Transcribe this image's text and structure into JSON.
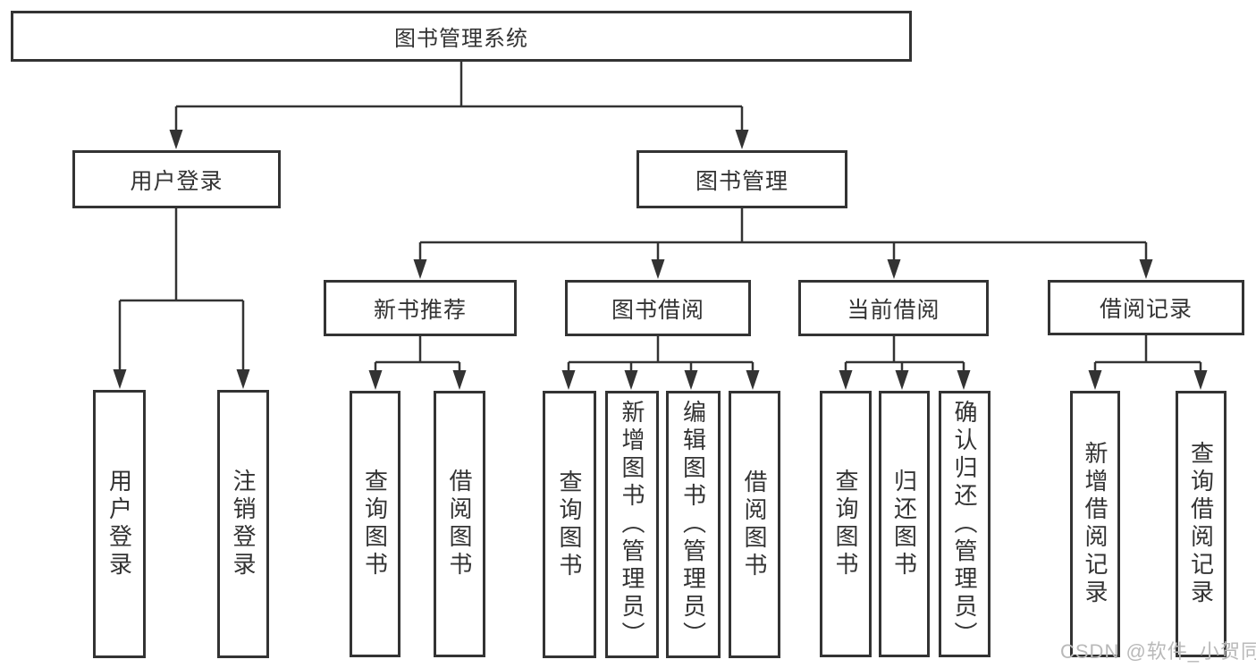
{
  "title": "图书管理系统",
  "colors": {
    "line": "#333333",
    "border": "#333333",
    "text": "#333333",
    "watermark_text": "#b9b9b9",
    "background": "#ffffff"
  },
  "watermark": {
    "text": "CSDN @软件_小贺同学"
  },
  "tree": {
    "root": {
      "label": "图书管理系统"
    },
    "branches": [
      {
        "label": "用户登录",
        "children": [
          {
            "label": "用户登录"
          },
          {
            "label": "注销登录"
          }
        ]
      },
      {
        "label": "图书管理",
        "children": [
          {
            "label": "新书推荐",
            "children": [
              {
                "label": "查询图书"
              },
              {
                "label": "借阅图书"
              }
            ]
          },
          {
            "label": "图书借阅",
            "children": [
              {
                "label": "查询图书"
              },
              {
                "label": "新增图书（管理员）"
              },
              {
                "label": "编辑图书（管理员）"
              },
              {
                "label": "借阅图书"
              }
            ]
          },
          {
            "label": "当前借阅",
            "children": [
              {
                "label": "查询图书"
              },
              {
                "label": "归还图书"
              },
              {
                "label": "确认归还（管理员）"
              }
            ]
          },
          {
            "label": "借阅记录",
            "children": [
              {
                "label": "新增借阅记录"
              },
              {
                "label": "查询借阅记录"
              }
            ]
          }
        ]
      }
    ]
  }
}
